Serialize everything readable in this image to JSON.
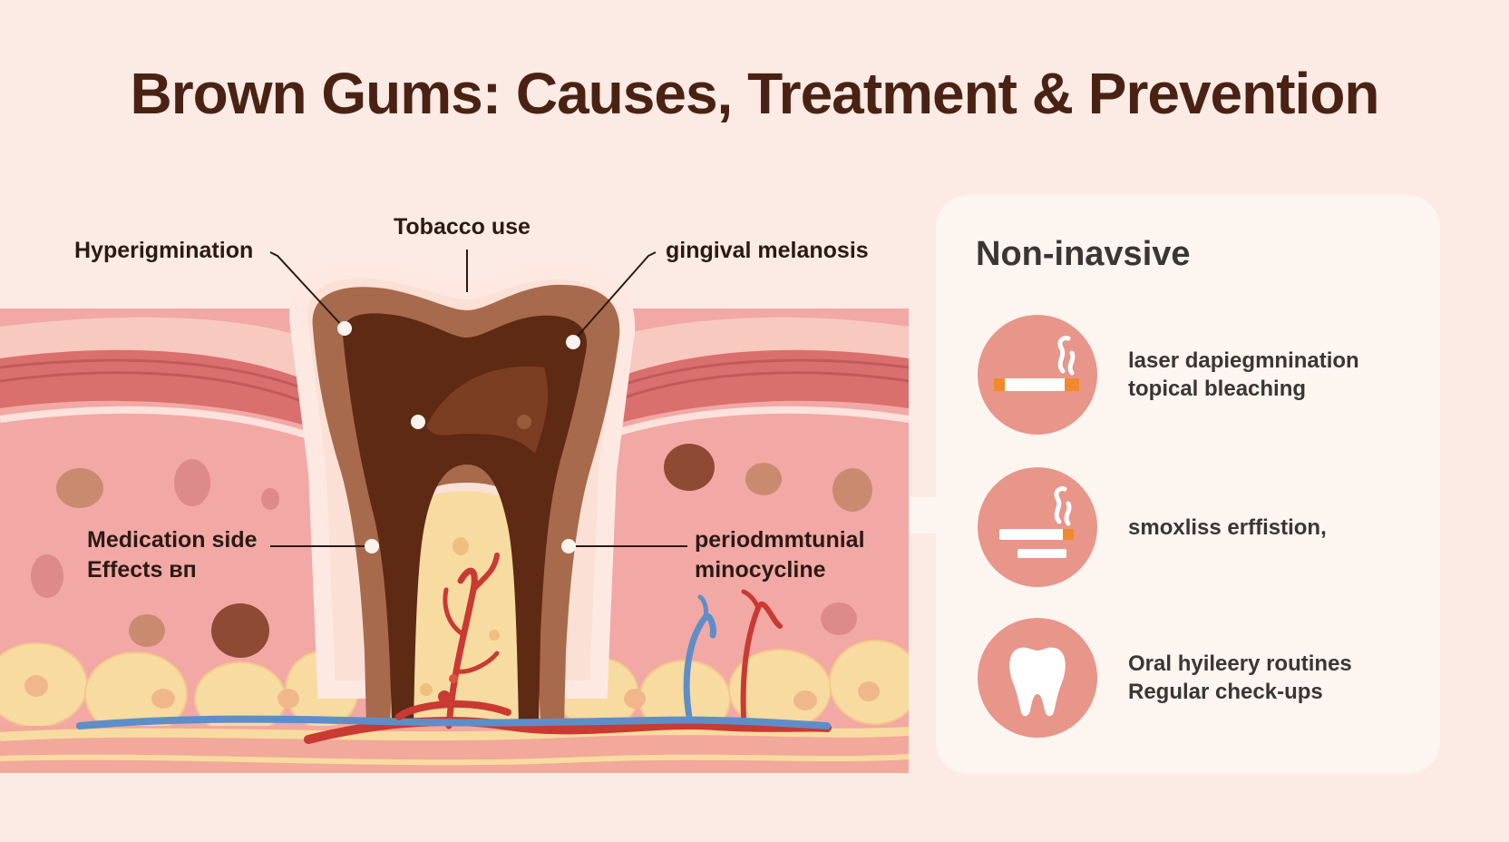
{
  "title": "Brown Gums: Causes, Treatment & Prevention",
  "labels": {
    "hyperpigmentation": "Hyperigmination",
    "tobacco": "Tobacco use",
    "melanosis": "gingival melanosis",
    "medication": [
      "Medication side",
      "Effects вп"
    ],
    "periodontal": [
      "periodmmtunial",
      "minocycline"
    ]
  },
  "panel": {
    "heading": "Non-inavsive",
    "items": [
      {
        "icon": "cigarette-icon",
        "lines": [
          "laser dapiegmnination",
          "topical bleaching"
        ]
      },
      {
        "icon": "smokeless-cigarette-icon",
        "lines": [
          "smoxliss erffistion,"
        ]
      },
      {
        "icon": "tooth-icon",
        "lines": [
          "Oral hyileery routines",
          "Regular check-ups"
        ]
      }
    ]
  },
  "colors": {
    "background": "#fcebe4",
    "title": "#4a2214",
    "gum": "#f2a8a4",
    "tooth_outer": "#a86a4c",
    "tooth_inner": "#5e2a14",
    "icon_circle": "#e8958a",
    "panel": "#fdf5f0"
  }
}
